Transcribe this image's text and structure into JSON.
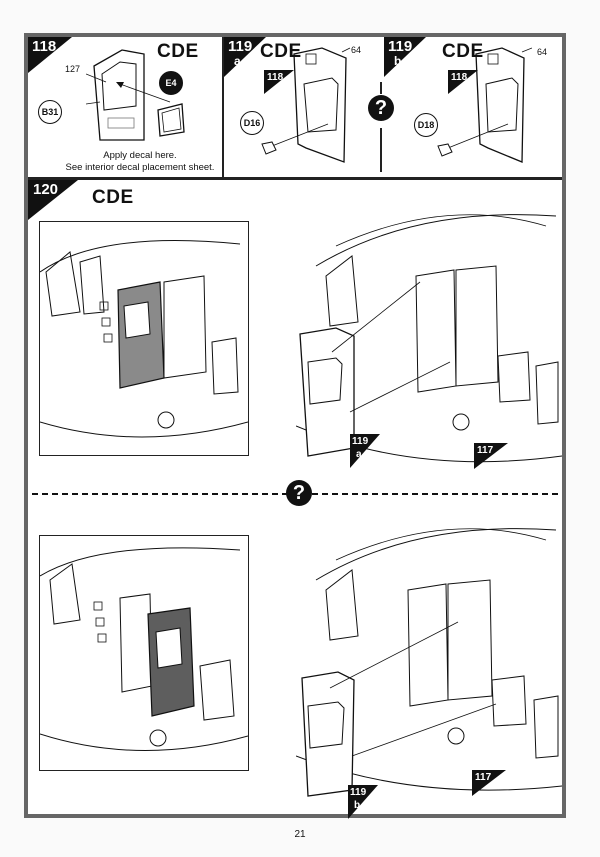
{
  "page": {
    "number": "21"
  },
  "step118": {
    "step": "118",
    "variant": "CDE",
    "part_number": "127",
    "callout_b31": "B31",
    "callout_e4": "E4",
    "note_line1": "Apply decal here.",
    "note_line2": "See interior decal placement sheet."
  },
  "step119a": {
    "step": "119",
    "sub": "a",
    "variant": "CDE",
    "part_number": "64",
    "ref_tab": "118",
    "callout": "D16"
  },
  "step119b": {
    "step": "119",
    "sub": "b",
    "variant": "CDE",
    "part_number": "64",
    "ref_tab": "118",
    "callout": "D18"
  },
  "step120": {
    "step": "120",
    "variant": "CDE",
    "option_a": {
      "door_tab_num": "119",
      "door_tab_sub": "a",
      "body_tab": "117"
    },
    "option_b": {
      "door_tab_num": "119",
      "door_tab_sub": "b",
      "body_tab": "117"
    }
  },
  "question_mark": "?"
}
